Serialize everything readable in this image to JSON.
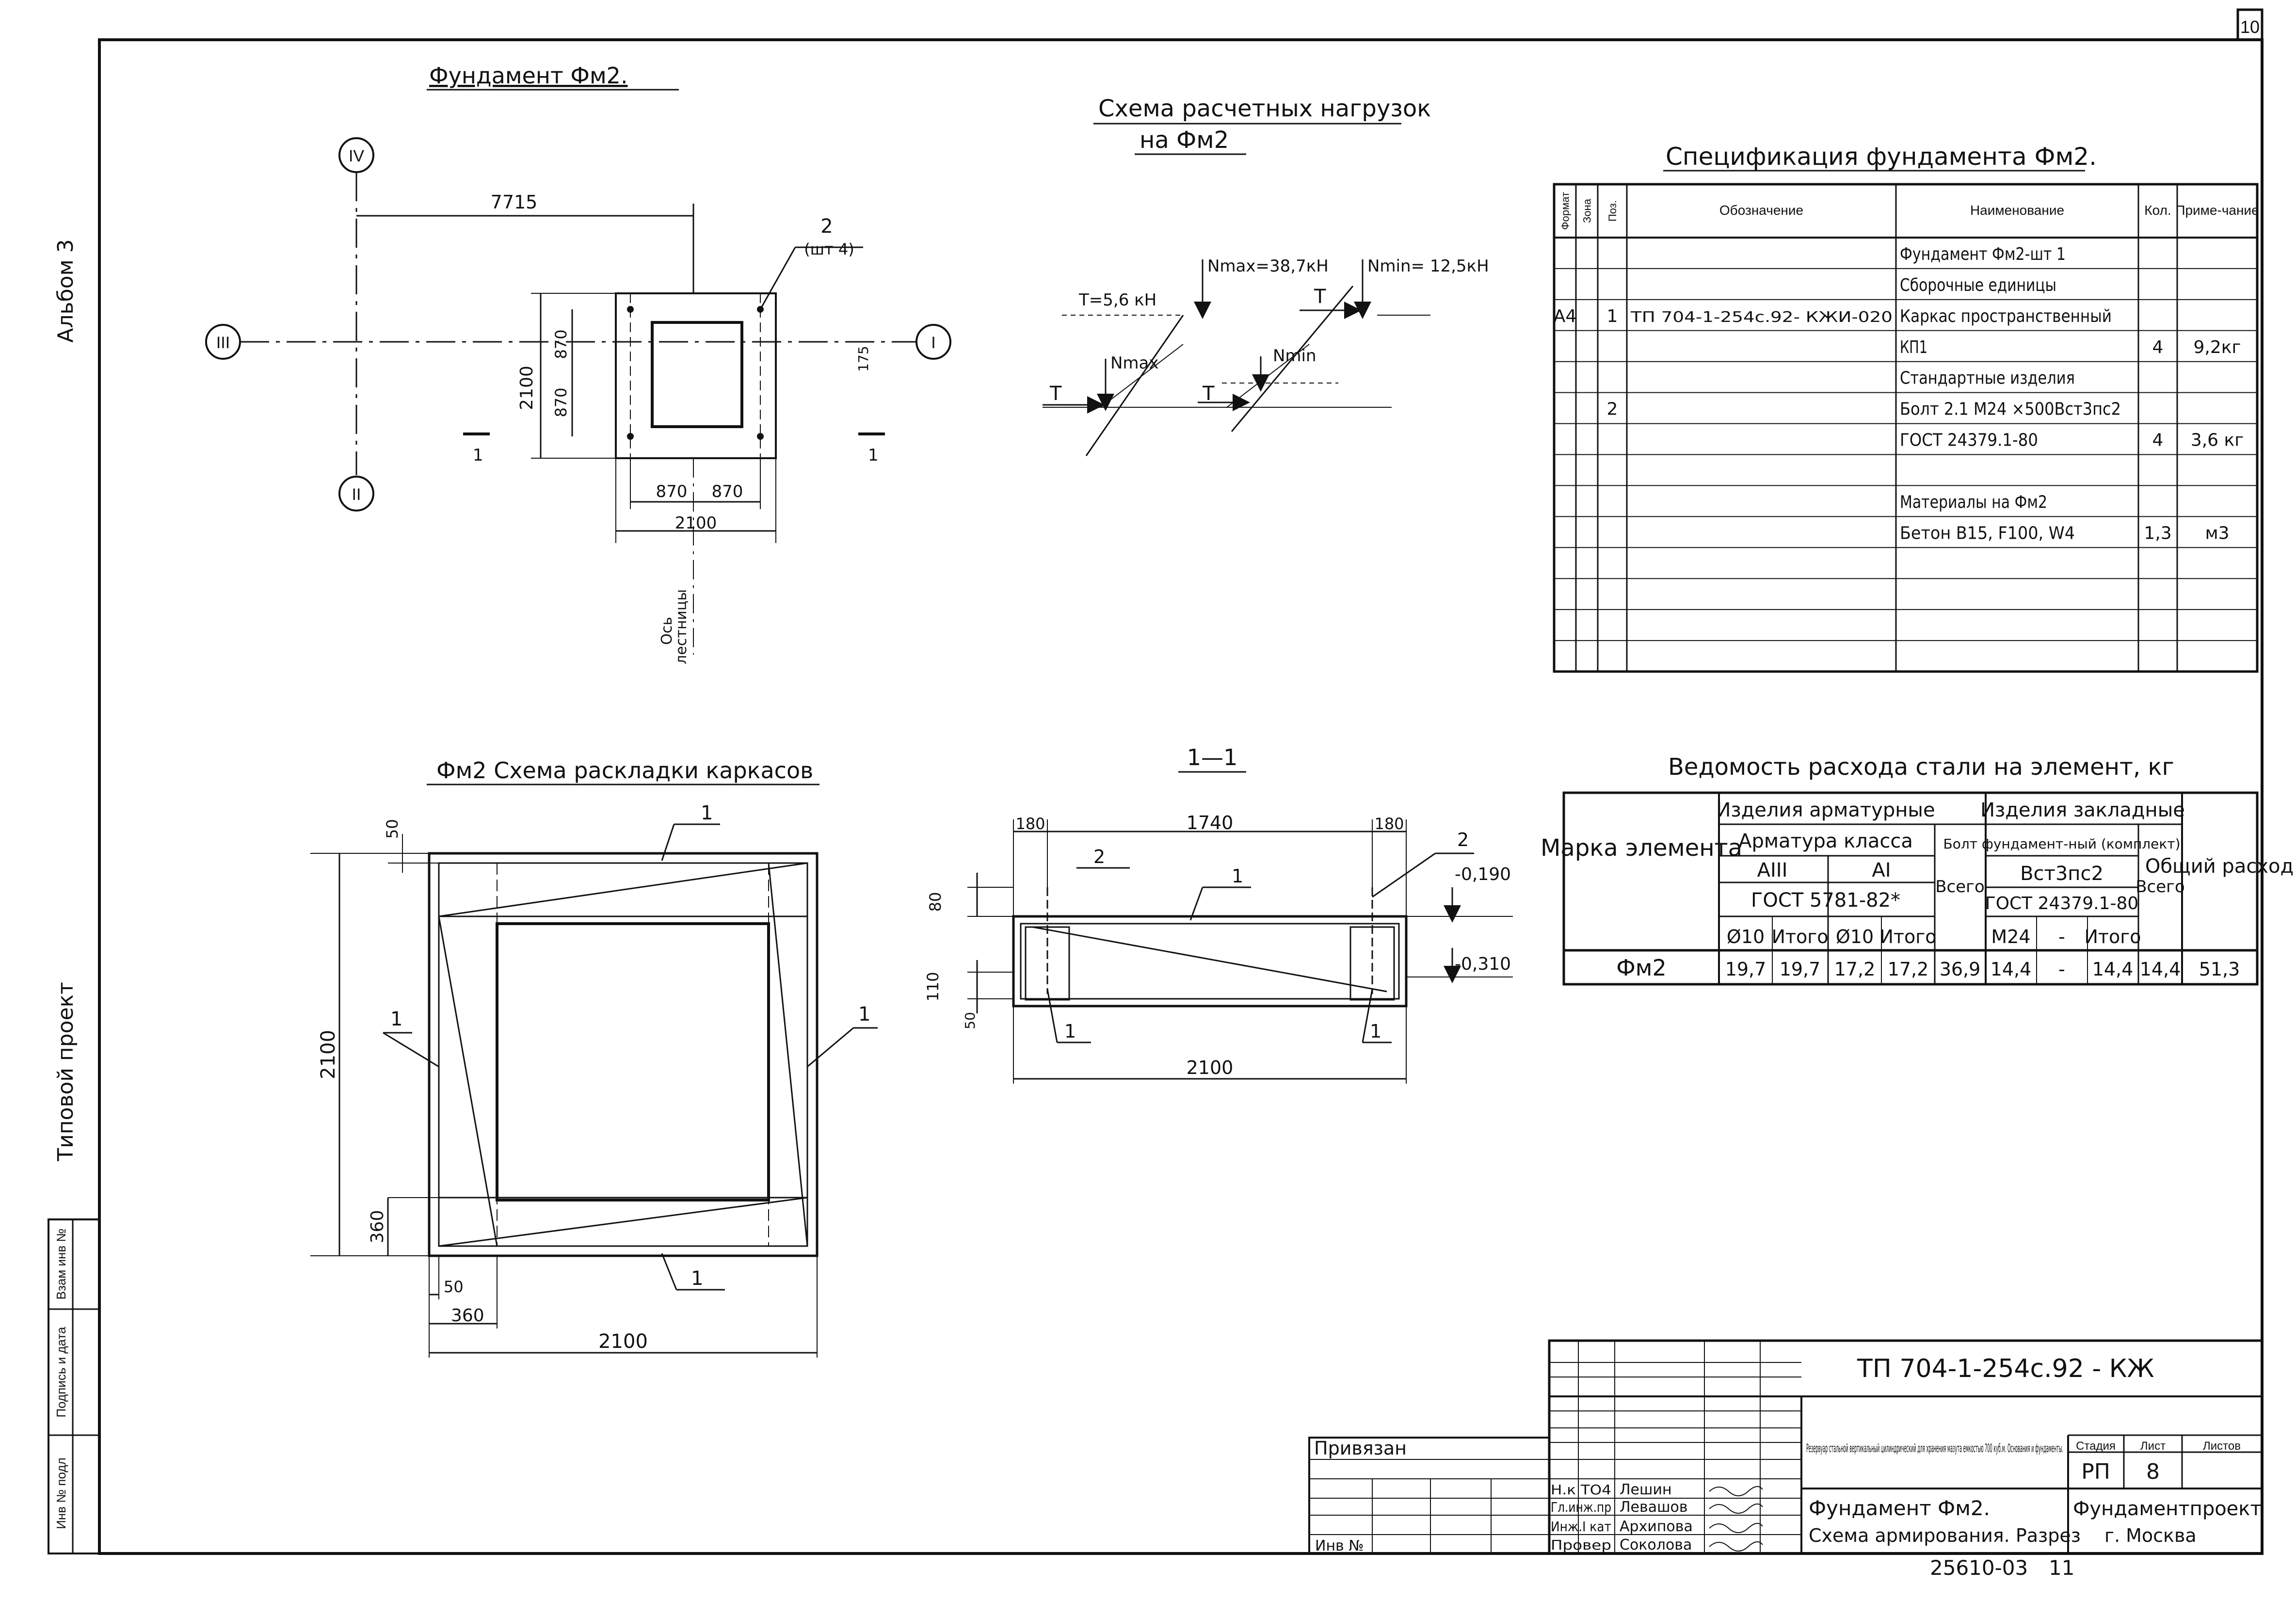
{
  "sheet": {
    "page_number": "10",
    "album": "Альбом 3",
    "typical_project": "Типовой проект",
    "left_stamp": [
      "Взам инв №",
      "Подпись и дата",
      "Инв № подл"
    ],
    "archive_number": "25610-03",
    "archive_sheet": "11"
  },
  "foundation_plan": {
    "title": "Фундамент Фм2.",
    "axis_1": "I",
    "axis_2": "II",
    "axis_3": "III",
    "axis_4": "IV",
    "dim_offset": "7715",
    "dim_height": "2100",
    "dim_half_a": "870",
    "dim_half_b": "870",
    "dim_half_c": "870",
    "dim_half_d": "870",
    "dim_width": "2100",
    "dim_bolt": "175",
    "pos_label": "2",
    "pos_count": "(шт 4)",
    "section_left": "1",
    "section_right": "1",
    "stair_axis_1": "Ось",
    "stair_axis_2": "лестницы"
  },
  "loads": {
    "title_1": "Схема расчетных нагрузок",
    "title_2": "на Фм2",
    "nmax": "Nmax=38,7кН",
    "nmin": "Nmin= 12,5кН",
    "t_value": "T=5,6 кН",
    "t_label": "T",
    "nmax_label": "Nmax",
    "nmin_label": "Nmin"
  },
  "spec": {
    "title": "Спецификация фундамента Фм2.",
    "headers": [
      "Формат",
      "Зона",
      "Поз.",
      "Обозначение",
      "Наименование",
      "Кол.",
      "Приме-чание"
    ],
    "rows": [
      [
        "",
        "",
        "",
        "",
        "Фундамент Фм2-шт 1",
        "",
        ""
      ],
      [
        "",
        "",
        "",
        "",
        "Сборочные единицы",
        "",
        ""
      ],
      [
        "А4",
        "",
        "1",
        "ТП 704-1-254с.92- КЖИ-020",
        "Каркас пространственный",
        "",
        ""
      ],
      [
        "",
        "",
        "",
        "",
        "КП1",
        "4",
        "9,2кг"
      ],
      [
        "",
        "",
        "",
        "",
        "Стандартные изделия",
        "",
        ""
      ],
      [
        "",
        "",
        "2",
        "",
        "Болт 2.1 М24 ×500Вст3пс2",
        "",
        ""
      ],
      [
        "",
        "",
        "",
        "",
        "ГОСТ 24379.1-80",
        "4",
        "3,6 кг"
      ],
      [
        "",
        "",
        "",
        "",
        "",
        "",
        ""
      ],
      [
        "",
        "",
        "",
        "",
        "Материалы на Фм2",
        "",
        ""
      ],
      [
        "",
        "",
        "",
        "",
        "Бетон В15, F100, W4",
        "1,3",
        "м3"
      ],
      [
        "",
        "",
        "",
        "",
        "",
        "",
        ""
      ],
      [
        "",
        "",
        "",
        "",
        "",
        "",
        ""
      ],
      [
        "",
        "",
        "",
        "",
        "",
        "",
        ""
      ],
      [
        "",
        "",
        "",
        "",
        "",
        "",
        ""
      ]
    ]
  },
  "cage_layout": {
    "title": "Фм2 Схема раскладки каркасов",
    "pos": "1",
    "dim_top": "50",
    "dim_height": "2100",
    "dim_bottom": "360",
    "dim_left_a": "50",
    "dim_left_b": "360",
    "dim_width": "2100"
  },
  "section": {
    "title": "1—1",
    "dim_left": "180",
    "dim_mid": "1740",
    "dim_right": "180",
    "dim_width": "2100",
    "dim_top": "80",
    "dim_low_a": "110",
    "dim_low_b": "50",
    "level_top": "-0,190",
    "level_bottom": "-0,310",
    "pos_1": "1",
    "pos_2": "2"
  },
  "steel": {
    "title": "Ведомость расхода стали на элемент, кг",
    "mark_header": "Марка элемента",
    "rebar_header": "Изделия арматурные",
    "rebar_class": "Арматура класса",
    "class_a3": "АIII",
    "class_a1": "АI",
    "gost_rebar": "ГОСТ 5781-82*",
    "total": "Всего",
    "embedded_header": "Изделия закладные",
    "bolt_header": "Болт фундамент-ный (комплект)",
    "bolt_steel": "Вст3пс2",
    "gost_bolt": "ГОСТ 24379.1-80",
    "overall": "Общий расход",
    "sub_headers": [
      "Ø10",
      "Итого",
      "Ø10",
      "Итого",
      "М24",
      "-",
      "Итого"
    ],
    "row": {
      "mark": "Фм2",
      "values": [
        "19,7",
        "19,7",
        "17,2",
        "17,2",
        "36,9",
        "14,4",
        "-",
        "14,4",
        "14,4",
        "51,3"
      ]
    }
  },
  "title_block": {
    "doc_code": "ТП 704-1-254с.92 - КЖ",
    "project_desc": "Резервуар стальной вертикальный цилиндрический для хранения мазута емкостью 700 куб.м. Основания и фундаменты.",
    "stage_h": "Стадия",
    "sheet_h": "Лист",
    "sheets_h": "Листов",
    "stage": "РП",
    "sheet": "8",
    "sheets": "",
    "drawing_title_1": "Фундамент Фм2.",
    "drawing_title_2": "Схема армирования. Разрез",
    "org_1": "Фундаментпроект",
    "org_2": "г. Москва",
    "bound": "Привязан",
    "inv": "Инв №",
    "people": [
      {
        "role": "Н.к ТО4",
        "name": "Лешин"
      },
      {
        "role": "Гл.инж.пр",
        "name": "Левашов"
      },
      {
        "role": "Инж.I кат",
        "name": "Архипова"
      },
      {
        "role": "Провер",
        "name": "Соколова"
      }
    ]
  }
}
